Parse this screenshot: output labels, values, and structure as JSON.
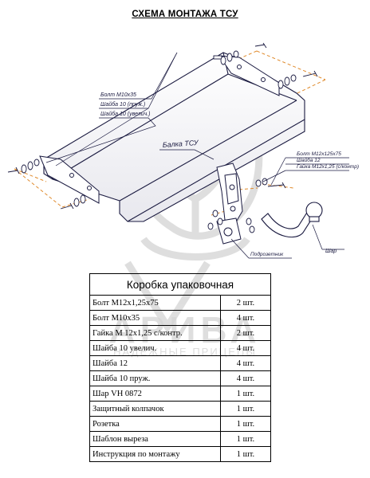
{
  "title": "СХЕМА МОНТАЖА ТСУ",
  "callouts": {
    "bolt_m10": "Болт М10х35",
    "washer_spring": "Шайба 10 (пруж.)",
    "washer_enlarged": "Шайба 10 (увелич.)",
    "beam": "Балка ТСУ",
    "bolt_m12": "Болт М12х125х75",
    "washer_12": "Шайба 12",
    "nut_m12": "Гайка М12х1,25 (с/контр)",
    "socket_bracket": "Подрозетник",
    "ball": "Шар"
  },
  "watermark": {
    "brand": "АРИВА",
    "slogan": "НАДЁЖНЫЕ ПРИЦЕПЫ"
  },
  "table": {
    "header": "Коробка упаковочная",
    "rows": [
      {
        "name": "Болт М12х1,25х75",
        "qty": "2 шт."
      },
      {
        "name": "Болт М10х35",
        "qty": "4 шт."
      },
      {
        "name": "Гайка М 12х1,25  с/контр.",
        "qty": "2 шт."
      },
      {
        "name": "Шайба 10 увелич.",
        "qty": "4 шт."
      },
      {
        "name": "Шайба 12",
        "qty": "4 шт."
      },
      {
        "name": "Шайба 10 пруж.",
        "qty": "4 шт."
      },
      {
        "name": "Шар VH 0872",
        "qty": "1 шт."
      },
      {
        "name": "Защитный колпачок",
        "qty": "1 шт."
      },
      {
        "name": "Розетка",
        "qty": "1 шт."
      },
      {
        "name": "Шаблон выреза",
        "qty": "1 шт."
      },
      {
        "name": "Инструкция по монтажу",
        "qty": "1 шт."
      }
    ]
  }
}
